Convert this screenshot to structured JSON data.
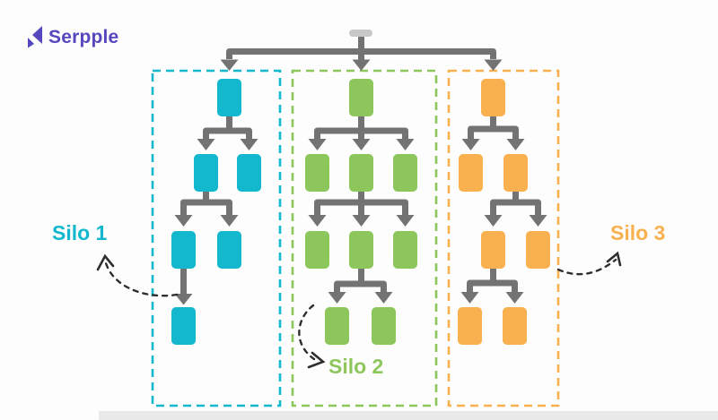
{
  "brand": {
    "name": "Serpple",
    "color": "#5547be"
  },
  "colors": {
    "connector_gray": "#737373",
    "root_node_gray": "#c8c8c8",
    "annotation_arrow": "#2e2e2e",
    "background": "#fdfdfd"
  },
  "silos": [
    {
      "label": "Silo 1",
      "color": "#14b8ce",
      "pages_per_level": [
        1,
        2,
        2,
        1
      ]
    },
    {
      "label": "Silo 2",
      "color": "#8dc75c",
      "pages_per_level": [
        1,
        3,
        3,
        2
      ]
    },
    {
      "label": "Silo 3",
      "color": "#f9b04f",
      "pages_per_level": [
        1,
        2,
        2,
        2
      ]
    }
  ]
}
